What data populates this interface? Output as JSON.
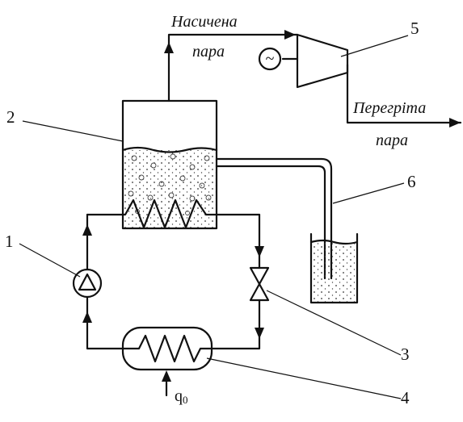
{
  "labels": {
    "saturated_steam_line1": "Насичена",
    "saturated_steam_line2": "пара",
    "superheated_steam_line1": "Перегріта",
    "superheated_steam_line2": "пара",
    "heat_input_q": "q",
    "heat_input_sub": "0",
    "generator_symbol": "~"
  },
  "callouts": {
    "pump": "1",
    "boiler_vessel": "2",
    "throttle_valve": "3",
    "evaporator": "4",
    "turbine": "5",
    "tube": "6"
  }
}
